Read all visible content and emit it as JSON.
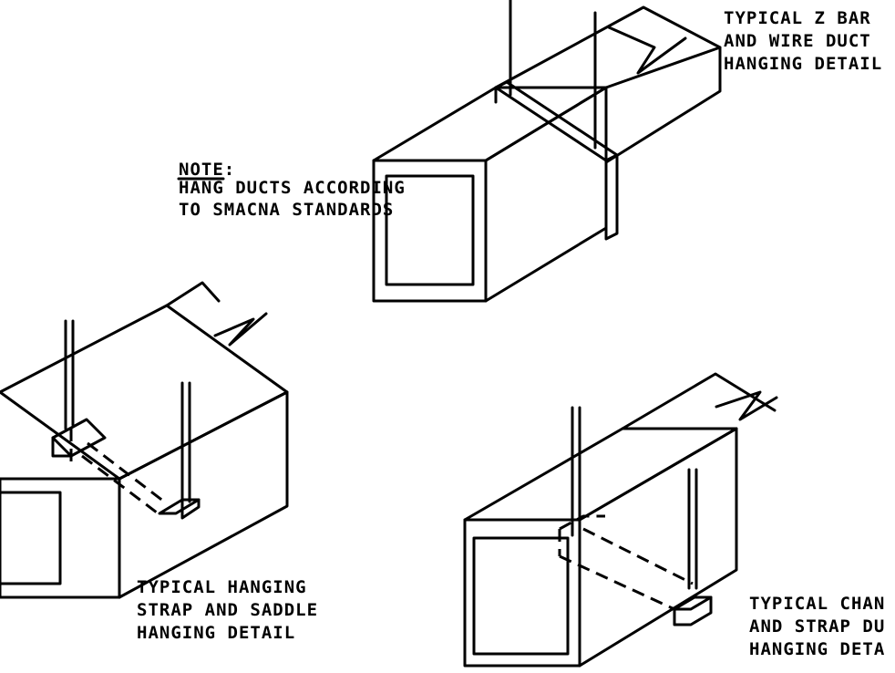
{
  "note": {
    "heading": "NOTE:",
    "lines": [
      "HANG DUCTS ACCORDING",
      "TO SMACNA STANDARDS"
    ]
  },
  "details": [
    {
      "id": "z-bar",
      "lines": [
        "TYPICAL Z BAR",
        "AND WIRE DUCT",
        "HANGING DETAIL"
      ]
    },
    {
      "id": "strap-saddle",
      "lines": [
        "TYPICAL HANGING",
        "STRAP AND SADDLE",
        "HANGING DETAIL"
      ]
    },
    {
      "id": "channel-strap",
      "lines": [
        "TYPICAL CHAN",
        "AND STRAP DU",
        "HANGING DETA"
      ]
    }
  ]
}
